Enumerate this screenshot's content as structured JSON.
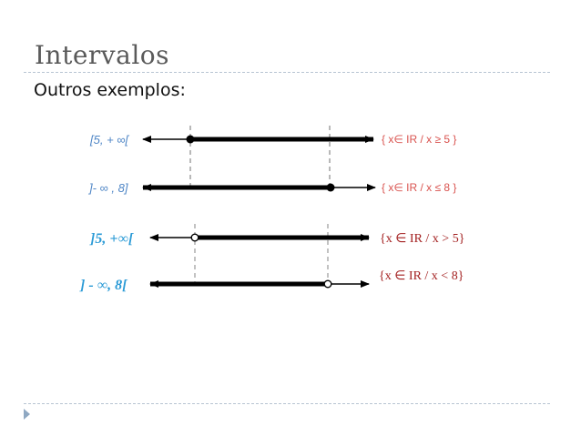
{
  "slide": {
    "title": "Intervalos",
    "subtitle": "Outros exemplos:"
  },
  "examples": [
    {
      "interval": "[5, + ∞[",
      "set": "{ x∈ IR  /  x ≥ 5 }",
      "endpoint": 5,
      "closed": true,
      "direction": "right"
    },
    {
      "interval": "]- ∞ , 8]",
      "set": "{ x∈ IR  /  x ≤ 8 }",
      "endpoint": 8,
      "closed": true,
      "direction": "left"
    },
    {
      "interval": "]5, +∞[",
      "set": "{x ∈ IR / x > 5}",
      "endpoint": 5,
      "closed": false,
      "direction": "right"
    },
    {
      "interval": "] - ∞, 8[",
      "set": "{x ∈ IR / x < 8}",
      "endpoint": 8,
      "closed": false,
      "direction": "left"
    }
  ],
  "colors": {
    "title": "#5a5a5a",
    "interval_label_1": "#4f86c6",
    "set_label_1": "#d9534f",
    "interval_label_2": "#2a9ad6",
    "set_label_2": "#a32020",
    "rule": "#b7c4d2",
    "bullet": "#8fa8c2"
  },
  "footer": {
    "bullet_icon": "triangle-bullet-icon"
  }
}
